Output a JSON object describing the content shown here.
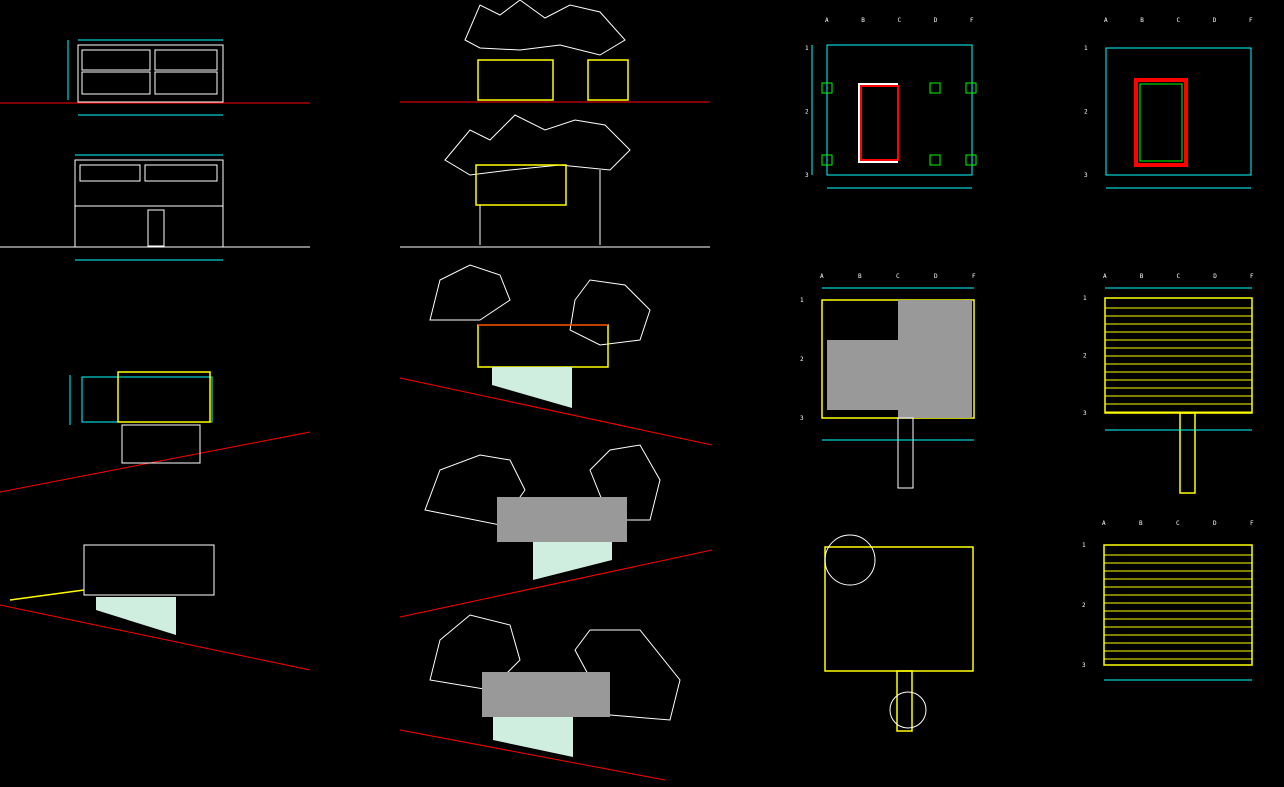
{
  "drawing": {
    "background": "#000000",
    "colors": {
      "grid": "#00ffff",
      "wall": "#ffff00",
      "ground": "#ff0000",
      "column": "#00ff00",
      "dimension": "#ff00ff",
      "outline": "#ffffff",
      "fill": "#cfeee0"
    },
    "grid_columns": [
      "A",
      "B",
      "C",
      "D",
      "F"
    ],
    "grid_rows": [
      "1",
      "2",
      "3"
    ]
  }
}
